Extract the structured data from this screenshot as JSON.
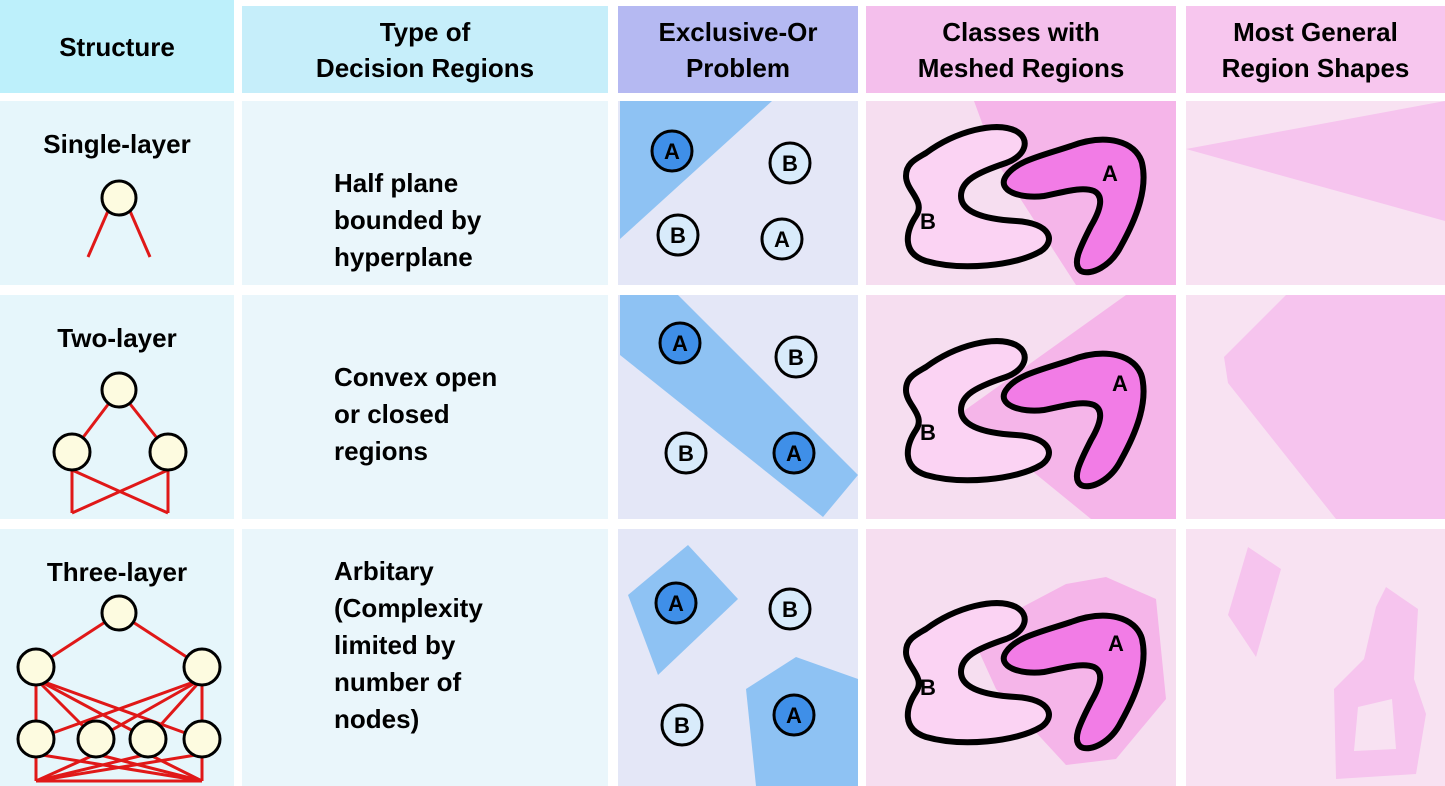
{
  "headers": {
    "structure": [
      "Structure"
    ],
    "decision": [
      "Type of",
      "Decision Regions"
    ],
    "xor": [
      "Exclusive-Or",
      "Problem"
    ],
    "meshed": [
      "Classes with",
      "Meshed Regions"
    ],
    "general": [
      "Most General",
      "Region Shapes"
    ]
  },
  "rows": [
    {
      "structure": "Single-layer",
      "description": [
        "Half plane",
        "bounded by",
        "hyperplane"
      ],
      "xor_labels": [
        "A",
        "B",
        "B",
        "A"
      ],
      "mesh_labels": [
        "A",
        "B"
      ]
    },
    {
      "structure": "Two-layer",
      "description": [
        "Convex open",
        "or closed",
        "regions"
      ],
      "xor_labels": [
        "A",
        "B",
        "B",
        "A"
      ],
      "mesh_labels": [
        "A",
        "B"
      ]
    },
    {
      "structure": "Three-layer",
      "description": [
        "Arbitary",
        "(Complexity",
        "limited by",
        "number of",
        "nodes)"
      ],
      "xor_labels": [
        "A",
        "B",
        "B",
        "A"
      ],
      "mesh_labels": [
        "A",
        "B"
      ]
    }
  ],
  "colors": {
    "wire": "#e01818",
    "node_fill": "#fdfbe0",
    "class_a_region": "#8ec2f3",
    "class_a_blob": "#f27ce6",
    "class_b_blob": "#fbd3f3"
  }
}
